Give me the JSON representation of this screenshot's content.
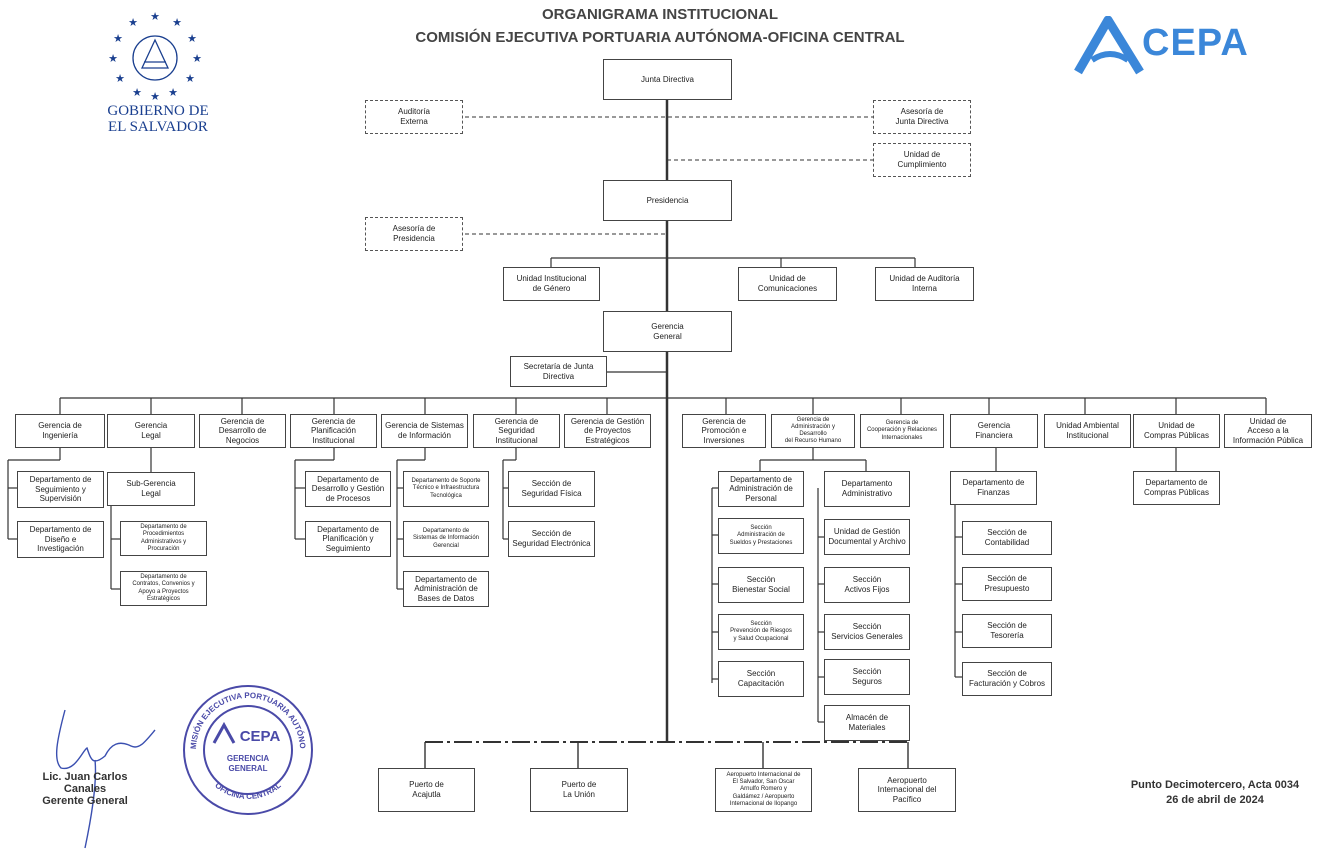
{
  "header": {
    "title": "ORGANIGRAMA INSTITUCIONAL",
    "subtitle": "COMISIÓN EJECUTIVA PORTUARIA AUTÓNOMA-OFICINA CENTRAL"
  },
  "logos": {
    "gobierno": "GOBIERNO DE\nEL SALVADOR",
    "cepa": "CEPA",
    "colors": {
      "gobierno": "#1a3f8f",
      "cepa": "#3b87d9",
      "seal": "#4a4aa8"
    }
  },
  "seal": {
    "ring_text": "COMISIÓN EJECUTIVA PORTUARIA AUTÓNOMA",
    "bottom_text": "OFICINA CENTRAL",
    "brand": "CEPA",
    "center": "GERENCIA\nGENERAL"
  },
  "signature": {
    "name": "Lic. Juan Carlos Canales",
    "title": "Gerente General"
  },
  "approval": {
    "line1": "Punto Decimotercero, Acta 0034",
    "line2": "26 de abril de 2024"
  },
  "nodes": {
    "junta": "Junta Directiva",
    "auditoria_externa": "Auditoría\nExterna",
    "asesoria_junta": "Asesoría de\nJunta Directiva",
    "cumplimiento": "Unidad de\nCumplimiento",
    "presidencia": "Presidencia",
    "asesoria_presidencia": "Asesoría de\nPresidencia",
    "genero": "Unidad Institucional\nde Género",
    "comunicaciones": "Unidad de\nComunicaciones",
    "auditoria_interna": "Unidad de Auditoría\nInterna",
    "gerencia_general": "Gerencia\nGeneral",
    "secretaria": "Secretaría de Junta\nDirectiva",
    "ingenieria": "Gerencia de\nIngeniería",
    "legal": "Gerencia\nLegal",
    "desarrollo_negocios": "Gerencia de\nDesarrollo de\nNegocios",
    "planificacion": "Gerencia de\nPlanificación\nInstitucional",
    "sistemas": "Gerencia de Sistemas\nde Información",
    "seguridad": "Gerencia de\nSeguridad\nInstitucional",
    "proyectos": "Gerencia de Gestión\nde Proyectos\nEstratégicos",
    "promocion": "Gerencia de\nPromoción e\nInversiones",
    "rrhh": "Gerencia de\nAdministración y\nDesarrollo\ndel Recurso Humano",
    "cooperacion": "Gerencia de\nCooperación y Relaciones\nInternacionales",
    "financiera": "Gerencia\nFinanciera",
    "ambiental": "Unidad Ambiental\nInstitucional",
    "compras": "Unidad de\nCompras Públicas",
    "acceso": "Unidad de\nAcceso a la\nInformación Pública",
    "seguimiento": "Departamento de\nSeguimiento y\nSupervisión",
    "diseno": "Departamento de\nDiseño e\nInvestigación",
    "subgerencia_legal": "Sub-Gerencia\nLegal",
    "procedimientos": "Departamento de\nProcedimientos\nAdministrativos y\nProcuración",
    "contratos": "Departamento de\nContratos, Convenios y\nApoyo a Proyectos\nEstratégicos",
    "desarrollo_procesos": "Departamento de\nDesarrollo y Gestión\nde Procesos",
    "planif_seguimiento": "Departamento de\nPlanificación y\nSeguimiento",
    "soporte": "Departamento de Soporte\nTécnico e Infraestructura\nTecnológica",
    "depto_sistemas": "Departamento de\nSistemas de Información\nGerencial",
    "bases_datos": "Departamento de\nAdministración de\nBases de Datos",
    "seg_fisica": "Sección de\nSeguridad Física",
    "seg_electronica": "Sección de\nSeguridad Electrónica",
    "admin_personal": "Departamento de\nAdministración de\nPersonal",
    "sueldos": "Sección\nAdministración de\nSueldos y Prestaciones",
    "bienestar": "Sección\nBienestar Social",
    "prevencion": "Sección\nPrevención de Riesgos\ny Salud Ocupacional",
    "capacitacion": "Sección\nCapacitación",
    "depto_administrativo": "Departamento\nAdministrativo",
    "gestion_documental": "Unidad de Gestión\nDocumental y Archivo",
    "activos_fijos": "Sección\nActivos Fijos",
    "servicios_generales": "Sección\nServicios Generales",
    "seguros": "Sección\nSeguros",
    "almacen": "Almacén de\nMateriales",
    "finanzas": "Departamento de\nFinanzas",
    "contabilidad": "Sección de\nContabilidad",
    "presupuesto": "Sección de\nPresupuesto",
    "tesoreria": "Sección de\nTesorería",
    "facturacion": "Sección de\nFacturación y Cobros",
    "depto_compras": "Departamento de\nCompras Públicas",
    "acajutla": "Puerto de\nAcajutla",
    "la_union": "Puerto de\nLa Unión",
    "aeropuerto_sv": "Aeropuerto Internacional de\nEl Salvador, San Oscar\nArnulfo Romero y\nGaldámez / Aeropuerto\nInternacional de Ilopango",
    "aeropuerto_pacifico": "Aeropuerto\nInternacional del\nPacífico"
  }
}
